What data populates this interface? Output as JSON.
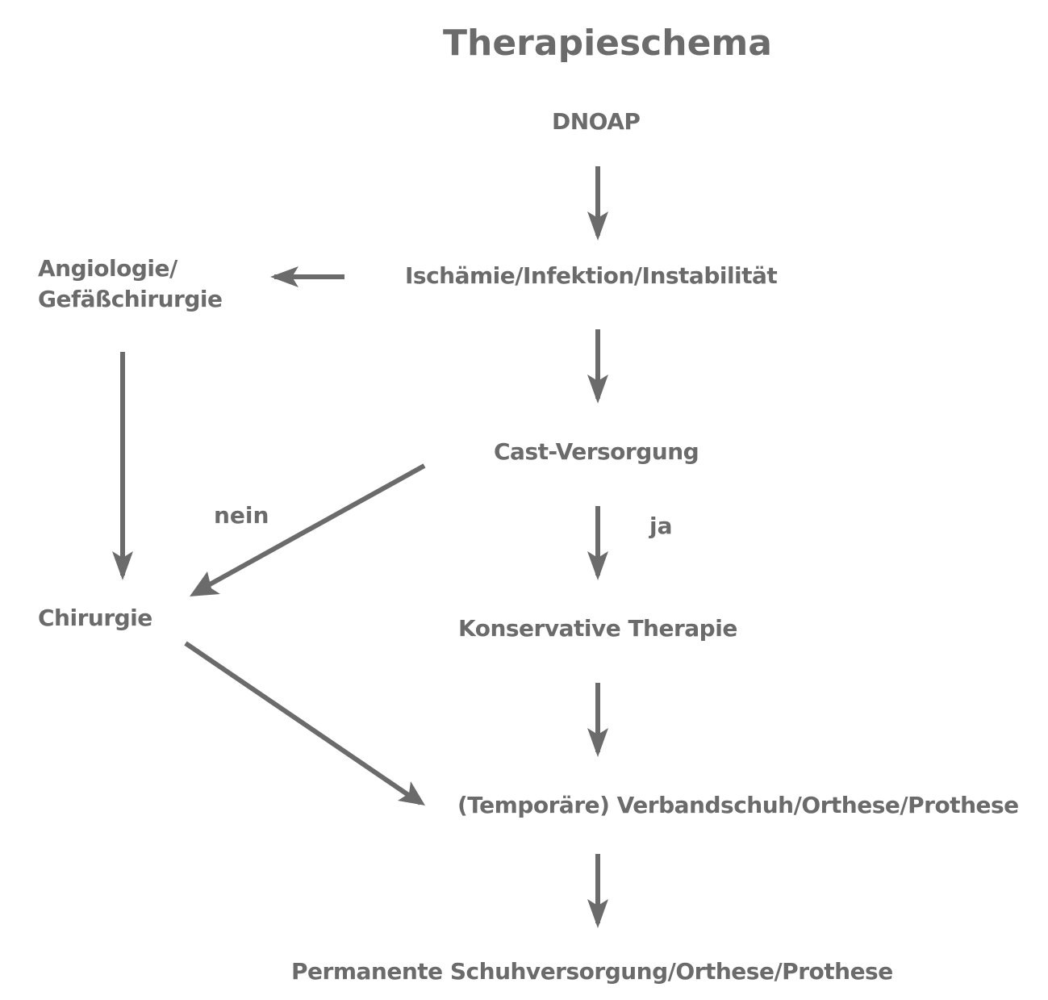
{
  "title": "Therapieschema",
  "nodes": {
    "dnoap": "DNOAP",
    "ischaemie": "Ischämie/Infektion/Instabilität",
    "angiologie_line1": "Angiologie/",
    "angiologie_line2": "Gefäßchirurgie",
    "cast": "Cast-Versorgung",
    "chirurgie": "Chirurgie",
    "konservativ": "Konservative Therapie",
    "temporaer": "(Temporäre) Verbandschuh/Orthese/Prothese",
    "permanent": "Permanente Schuhversorgung/Orthese/Prothese"
  },
  "edge_labels": {
    "nein": "nein",
    "ja": "ja"
  },
  "edges": [
    {
      "from": "dnoap",
      "to": "ischaemie"
    },
    {
      "from": "ischaemie",
      "to": "angiologie"
    },
    {
      "from": "ischaemie",
      "to": "cast"
    },
    {
      "from": "angiologie",
      "to": "chirurgie"
    },
    {
      "from": "cast",
      "to": "chirurgie",
      "label": "nein"
    },
    {
      "from": "cast",
      "to": "konservativ",
      "label": "ja"
    },
    {
      "from": "chirurgie",
      "to": "temporaer"
    },
    {
      "from": "konservativ",
      "to": "temporaer"
    },
    {
      "from": "temporaer",
      "to": "permanent"
    }
  ],
  "colors": {
    "ink": "#6b6b6b",
    "background": "#ffffff"
  }
}
